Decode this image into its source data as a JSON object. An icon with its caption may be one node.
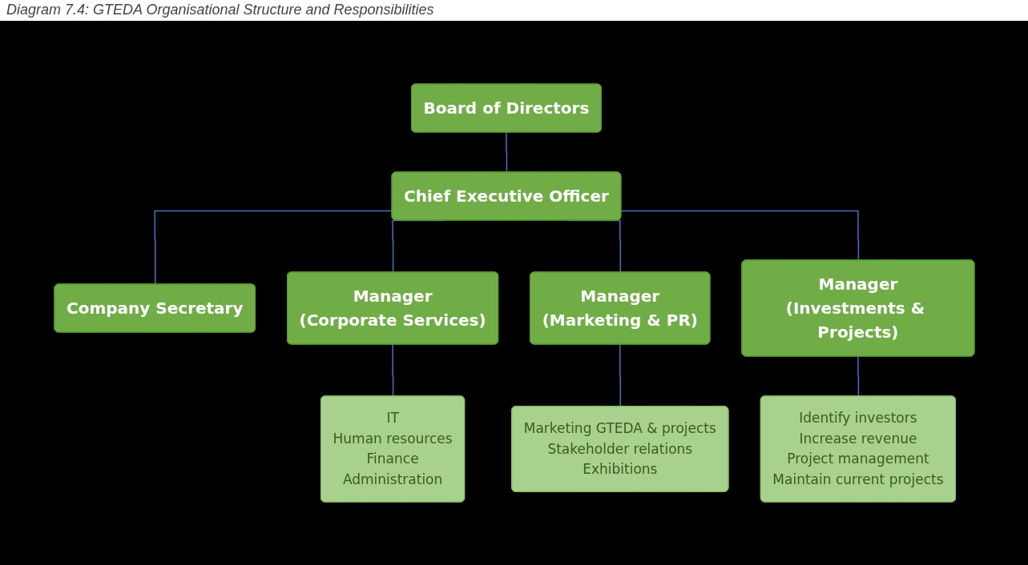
{
  "diagram": {
    "title": "Diagram 7.4: GTEDA Organisational Structure and Responsibilities",
    "nodes": [
      {
        "text": [
          "Board of Directors"
        ]
      },
      {
        "text": [
          "Chief Executive Officer"
        ]
      },
      {
        "text": [
          "Company Secretary"
        ]
      },
      {
        "text": [
          "Manager",
          "(Corporate Services)"
        ]
      },
      {
        "text": [
          "Manager",
          "(Marketing & PR)"
        ]
      },
      {
        "text": [
          "Manager",
          "(Investments & Projects)"
        ]
      },
      {
        "text": [
          "IT",
          "Human resources",
          "Finance",
          "Administration"
        ]
      },
      {
        "text": [
          "Marketing GTEDA & projects",
          "Stakeholder relations",
          "Exhibitions"
        ]
      },
      {
        "text": [
          "Identify investors",
          "Increase revenue",
          "Project management",
          "Maintain current projects"
        ]
      }
    ],
    "edges": [
      {
        "from": 0,
        "to": 1,
        "arrow": "none"
      },
      {
        "from": 1,
        "to": 2,
        "arrow": "none"
      },
      {
        "from": 1,
        "to": 3,
        "arrow": "none"
      },
      {
        "from": 1,
        "to": 4,
        "arrow": "none"
      },
      {
        "from": 1,
        "to": 5,
        "arrow": "none"
      },
      {
        "from": 3,
        "to": 6,
        "arrow": "none"
      },
      {
        "from": 4,
        "to": 7,
        "arrow": "none"
      },
      {
        "from": 5,
        "to": 8,
        "arrow": "none"
      }
    ]
  }
}
